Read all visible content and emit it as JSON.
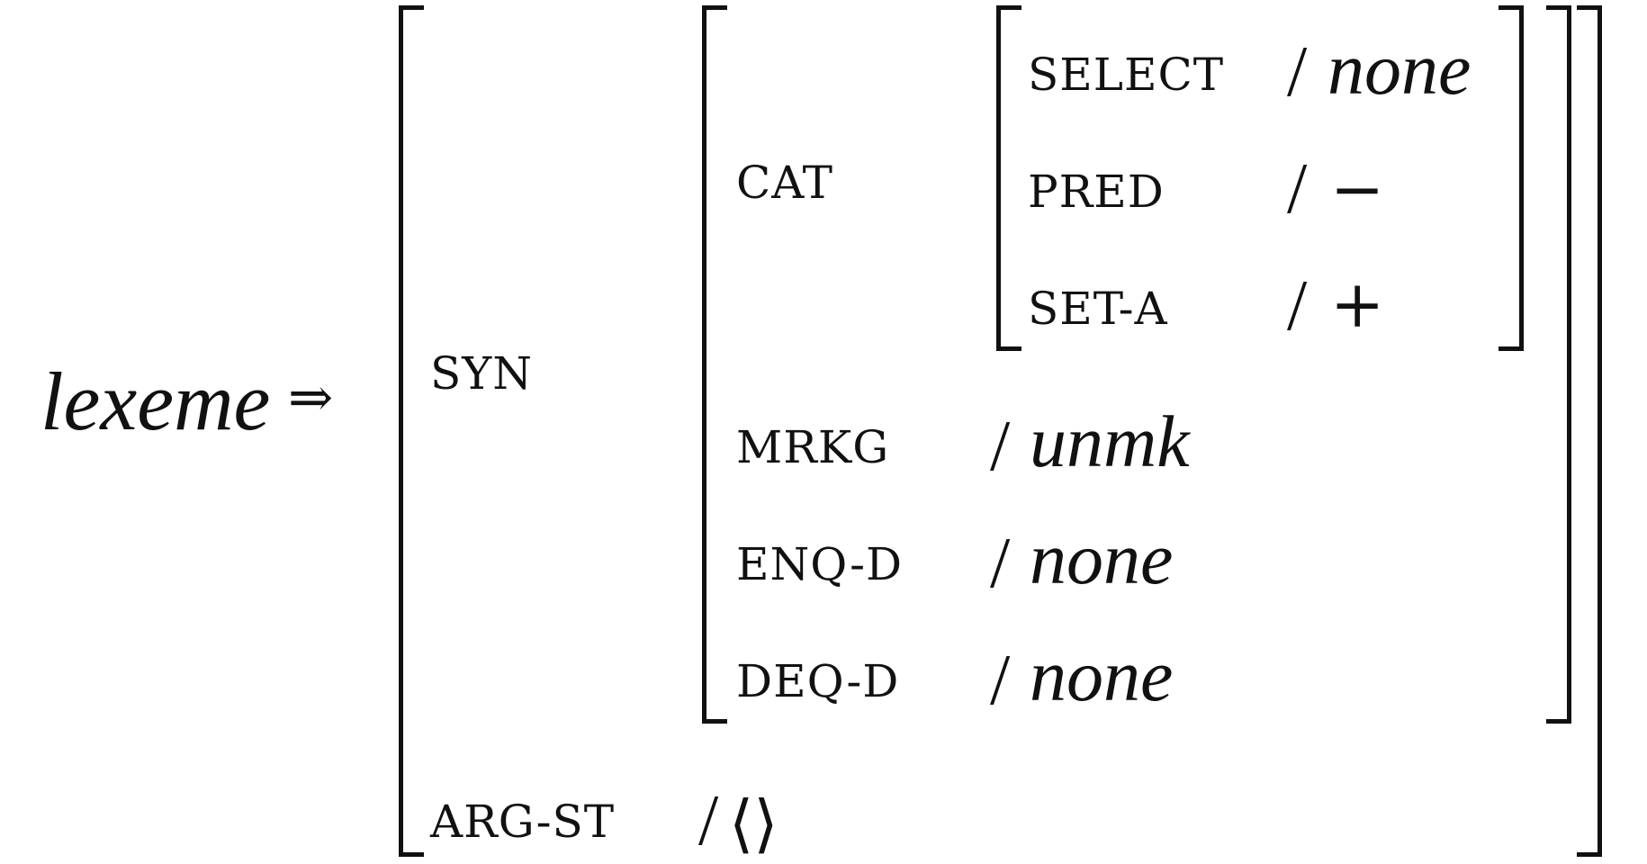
{
  "lhs": {
    "type": "lexeme",
    "arrow": "⇒"
  },
  "avm": {
    "syn": {
      "label": "SYN",
      "cat": {
        "label": "CAT",
        "features": [
          {
            "label": "SELECT",
            "slash": "/",
            "value": "none"
          },
          {
            "label": "PRED",
            "slash": "/",
            "value": "−"
          },
          {
            "label": "SET-A",
            "slash": "/",
            "value": "+"
          }
        ]
      },
      "features": [
        {
          "label": "MRKG",
          "slash": "/",
          "value": "unmk"
        },
        {
          "label": "ENQ-D",
          "slash": "/",
          "value": "none"
        },
        {
          "label": "DEQ-D",
          "slash": "/",
          "value": "none"
        }
      ]
    },
    "arg_st": {
      "label": "ARG-ST",
      "slash": "/",
      "value": "⟨⟩"
    }
  }
}
